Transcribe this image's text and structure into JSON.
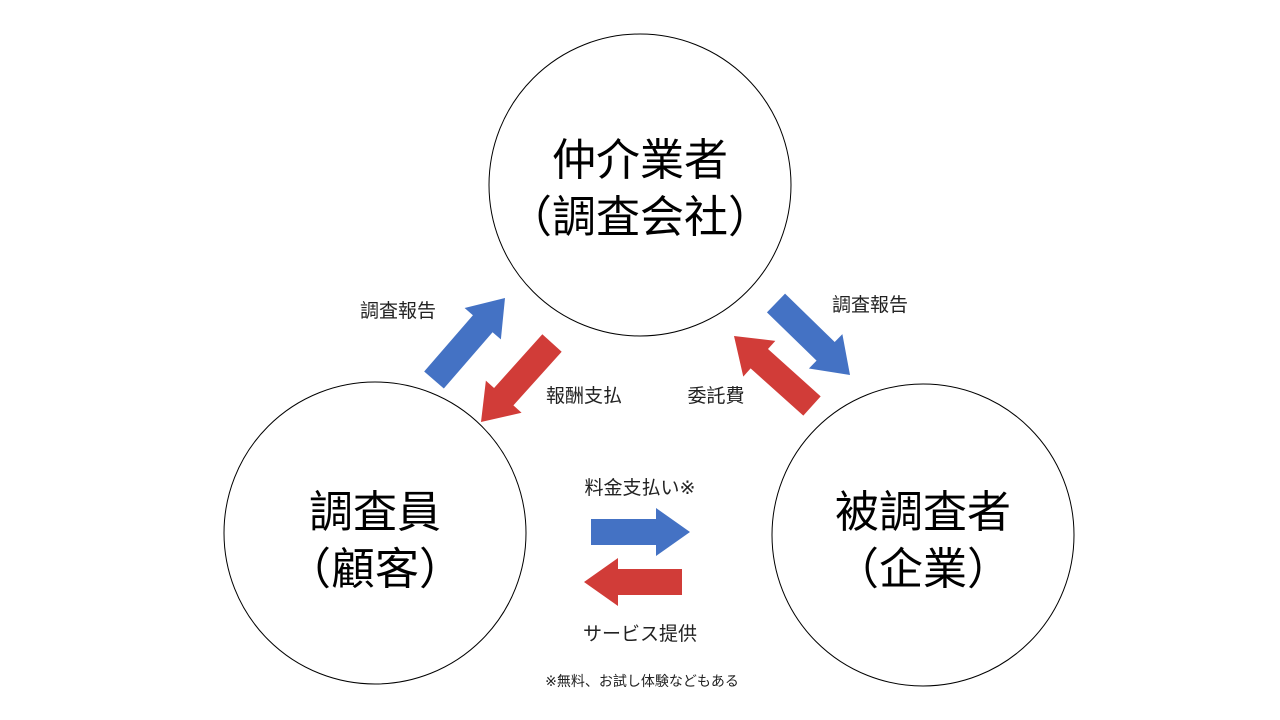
{
  "nodes": {
    "broker": {
      "line1": "仲介業者",
      "line2": "（調査会社）"
    },
    "researcher": {
      "line1": "調査員",
      "line2": "（顧客）"
    },
    "subject": {
      "line1": "被調査者",
      "line2": "（企業）"
    }
  },
  "flows": {
    "researcher_to_broker": "調査報告",
    "broker_to_researcher": "報酬支払",
    "broker_to_subject": "調査報告",
    "subject_to_broker": "委託費",
    "researcher_to_subject": "料金支払い※",
    "subject_to_researcher": "サービス提供"
  },
  "footnote": "※無料、お試し体験などもある",
  "colors": {
    "blue": "#4472C4",
    "red": "#D13C38"
  }
}
